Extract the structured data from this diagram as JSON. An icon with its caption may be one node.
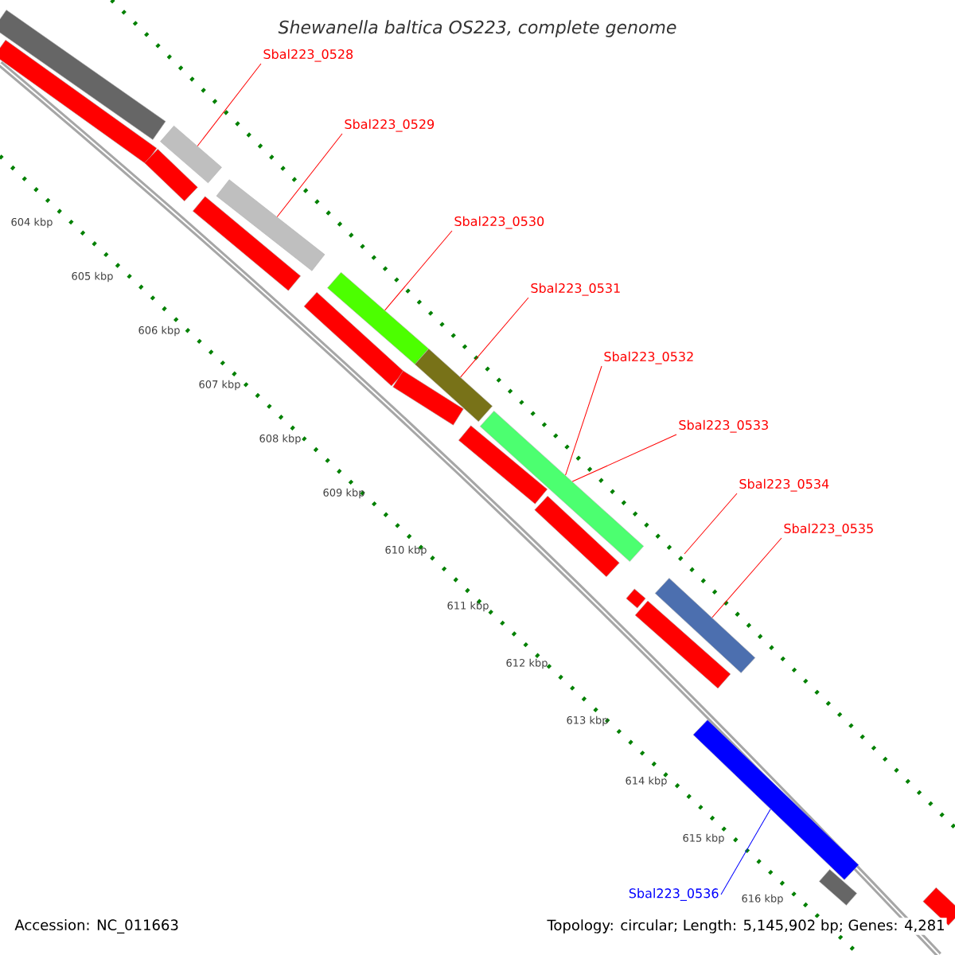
{
  "diagram": {
    "title": "Shewanella baltica OS223, complete genome",
    "nodes": [
      {
        "text": [
          "Sbal223_0528"
        ]
      },
      {
        "text": [
          "Sbal223_0529"
        ]
      },
      {
        "text": [
          "Sbal223_0530"
        ]
      },
      {
        "text": [
          "Sbal223_0531"
        ]
      },
      {
        "text": [
          "Sbal223_0532"
        ]
      },
      {
        "text": [
          "Sbal223_0533"
        ]
      },
      {
        "text": [
          "Sbal223_0534"
        ]
      },
      {
        "text": [
          "Sbal223_0535"
        ]
      },
      {
        "text": [
          "Sbal223_0536"
        ]
      },
      {
        "text": [],
        "shape": "bar"
      },
      {
        "text": [],
        "shape": "bar"
      },
      {
        "text": [],
        "shape": "bar"
      },
      {
        "text": [],
        "shape": "bar"
      },
      {
        "text": [],
        "shape": "bar"
      },
      {
        "text": [],
        "shape": "bar"
      },
      {
        "text": [],
        "shape": "bar"
      },
      {
        "text": [],
        "shape": "bar"
      },
      {
        "text": [],
        "shape": "bar"
      },
      {
        "text": [],
        "shape": "bar"
      },
      {
        "text": [],
        "shape": "bar"
      },
      {
        "text": [],
        "shape": "bar"
      },
      {
        "text": [],
        "shape": "bar"
      },
      {
        "text": [],
        "shape": "bar"
      },
      {
        "text": [],
        "shape": "bar"
      },
      {
        "text": [],
        "shape": "bar"
      },
      {
        "text": [],
        "shape": "bar"
      },
      {
        "text": [],
        "shape": "bar"
      },
      {
        "text": [],
        "shape": "bar"
      }
    ],
    "edges": [
      {
        "from": 0,
        "to": 9,
        "arrow": "none"
      },
      {
        "from": 1,
        "to": 10,
        "arrow": "none"
      },
      {
        "from": 2,
        "to": 11,
        "arrow": "none"
      },
      {
        "from": 3,
        "to": 12,
        "arrow": "none"
      },
      {
        "from": 4,
        "to": 13,
        "arrow": "none"
      },
      {
        "from": 5,
        "to": 13,
        "arrow": "none"
      },
      {
        "from": 6,
        "to": null,
        "arrow": "none"
      },
      {
        "from": 7,
        "to": 14,
        "arrow": "none"
      },
      {
        "from": 8,
        "to": 15,
        "arrow": "none",
        "color": "#0000ff"
      }
    ],
    "labels": [
      "604 kbp",
      "605 kbp",
      "606 kbp",
      "607 kbp",
      "608 kbp",
      "609 kbp",
      "610 kbp",
      "611 kbp",
      "612 kbp",
      "613 kbp",
      "614 kbp",
      "615 kbp",
      "616 kbp",
      "Accession: NC_011663",
      "Topology: circular; Length: 5,145,902 bp; Genes: 4,281"
    ]
  }
}
